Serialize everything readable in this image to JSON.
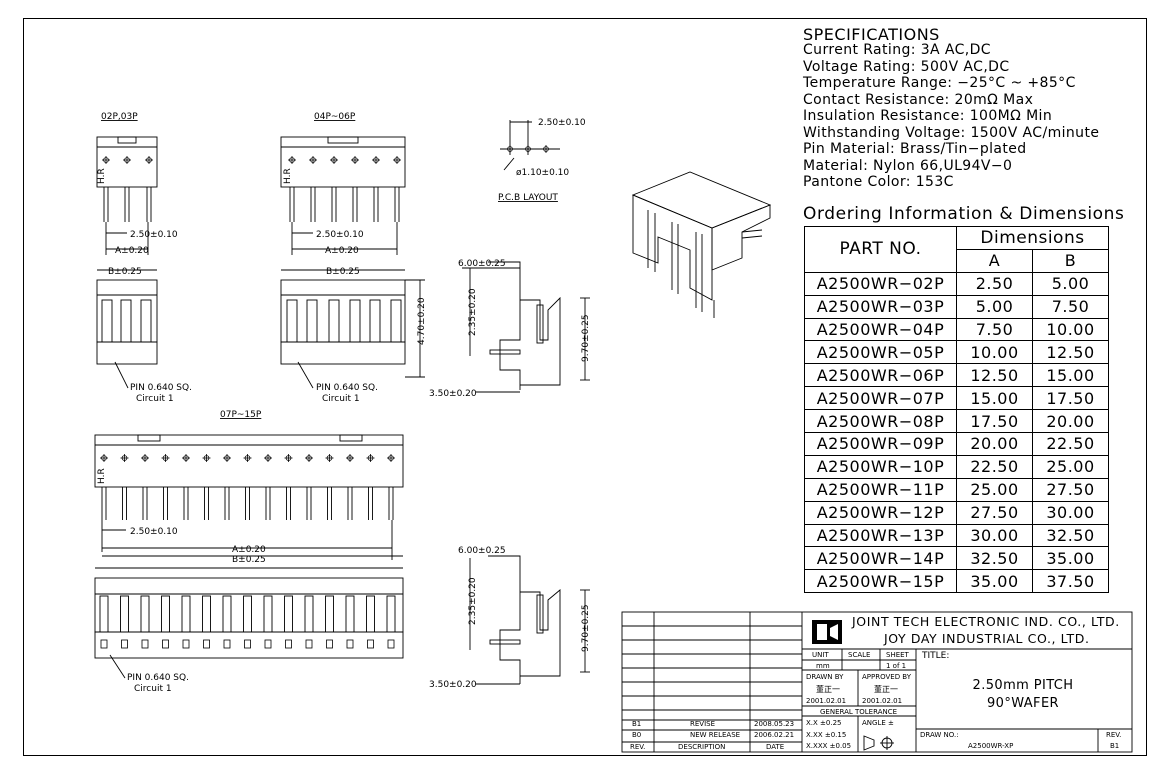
{
  "specifications": {
    "title": "SPECIFICATIONS",
    "lines": [
      "Current Rating: 3A AC,DC",
      "Voltage Rating: 500V AC,DC",
      "Temperature Range: −25°C ~ +85°C",
      "Contact Resistance: 20mΩ Max",
      "Insulation Resistance: 100MΩ Min",
      "Withstanding Voltage: 1500V AC/minute",
      "Pin Material: Brass/Tin−plated",
      "Material: Nylon 66,UL94V−0",
      "Pantone Color: 153C"
    ]
  },
  "ordering": {
    "title": "Ordering Information & Dimensions",
    "part_header": "PART NO.",
    "dim_header": "Dimensions",
    "col_a": "A",
    "col_b": "B",
    "rows": [
      {
        "part": "A2500WR−02P",
        "a": "2.50",
        "b": "5.00"
      },
      {
        "part": "A2500WR−03P",
        "a": "5.00",
        "b": "7.50"
      },
      {
        "part": "A2500WR−04P",
        "a": "7.50",
        "b": "10.00"
      },
      {
        "part": "A2500WR−05P",
        "a": "10.00",
        "b": "12.50"
      },
      {
        "part": "A2500WR−06P",
        "a": "12.50",
        "b": "15.00"
      },
      {
        "part": "A2500WR−07P",
        "a": "15.00",
        "b": "17.50"
      },
      {
        "part": "A2500WR−08P",
        "a": "17.50",
        "b": "20.00"
      },
      {
        "part": "A2500WR−09P",
        "a": "20.00",
        "b": "22.50"
      },
      {
        "part": "A2500WR−10P",
        "a": "22.50",
        "b": "25.00"
      },
      {
        "part": "A2500WR−11P",
        "a": "25.00",
        "b": "27.50"
      },
      {
        "part": "A2500WR−12P",
        "a": "27.50",
        "b": "30.00"
      },
      {
        "part": "A2500WR−13P",
        "a": "30.00",
        "b": "32.50"
      },
      {
        "part": "A2500WR−14P",
        "a": "32.50",
        "b": "35.00"
      },
      {
        "part": "A2500WR−15P",
        "a": "35.00",
        "b": "37.50"
      }
    ]
  },
  "drawing_labels": {
    "view_02p": "02P,03P",
    "view_04p": "04P~06P",
    "view_07p": "07P~15P",
    "pcb_layout": "P.C.B LAYOUT",
    "pitch_tol": "2.50±0.10",
    "hole_dia": "ø1.10±0.10",
    "a_tol": "A±0.20",
    "b_tol": "B±0.25",
    "height_470": "4.70±0.20",
    "dim_600": "6.00±0.25",
    "dim_235": "2.35±0.20",
    "dim_970": "9.70±0.25",
    "dim_350": "3.50±0.20",
    "pin_note": "PIN 0.640 SQ.",
    "circuit_note": "Circuit 1",
    "hr_mark": "H.R"
  },
  "title_block": {
    "company_line1": "JOINT TECH ELECTRONIC IND. CO., LTD.",
    "company_line2": "JOY DAY INDUSTRIAL CO., LTD.",
    "unit_label": "UNIT",
    "scale_label": "SCALE",
    "sheet_label": "SHEET",
    "unit_value": "mm",
    "sheet_value": "1 of 1",
    "title_label": "TITLE:",
    "title_line1": "2.50mm PITCH",
    "title_line2": "90°WAFER",
    "drawn_by_label": "DRAWN BY",
    "approved_by_label": "APPROVED BY",
    "drawn_by_name": "董正一",
    "approved_by_name": "董正一",
    "drawn_date": "2001.02.01",
    "approved_date": "2001.02.01",
    "general_tolerance": "GENERAL TOLERANCE",
    "tol_x": "X.X ±0.25",
    "tol_xx": "X.XX ±0.15",
    "tol_xxx": "X.XXX ±0.05",
    "angle_label": "ANGLE ±",
    "draw_no_label": "DRAW NO.:",
    "draw_no_value": "A2500WR-XP",
    "rev_label": "REV.",
    "rev_value": "B1",
    "revisions": [
      {
        "rev": "B1",
        "description": "REVISE",
        "date": "2008.05.23"
      },
      {
        "rev": "B0",
        "description": "NEW RELEASE",
        "date": "2006.02.21"
      }
    ],
    "rev_col_header": "REV.",
    "desc_col_header": "DESCRIPTION",
    "date_col_header": "DATE"
  }
}
